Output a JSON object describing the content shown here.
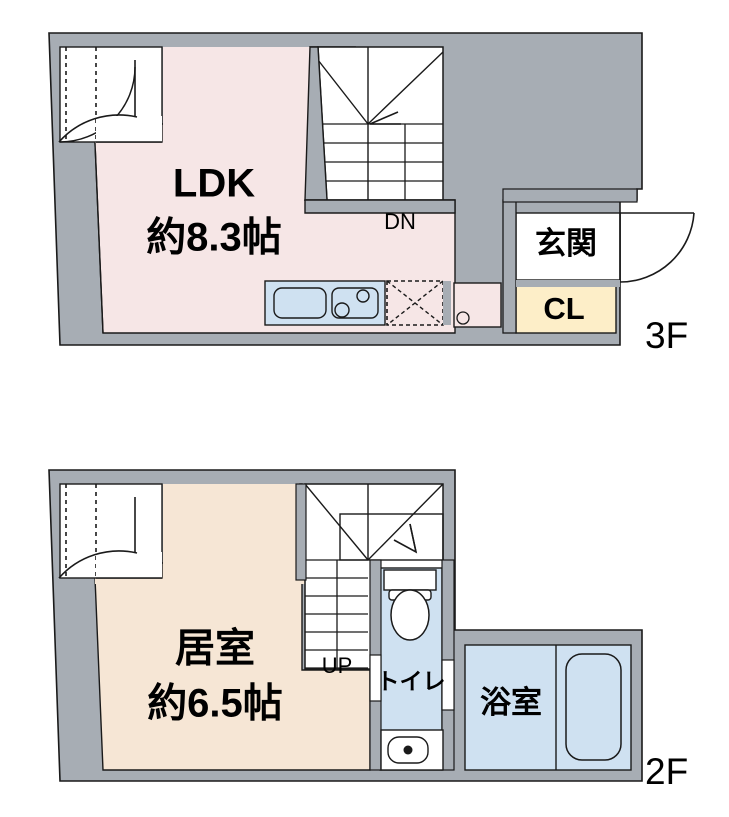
{
  "document": {
    "kind": "residential-floor-plan",
    "floors": [
      {
        "id": "3f",
        "tag_label": "3F",
        "rooms": [
          {
            "id": "ldk",
            "name_line1": "LDK",
            "name_line2": "約8.3帖",
            "fill": "#f6e6e6"
          },
          {
            "id": "genkan",
            "name_line1": "玄関",
            "name_line2": "",
            "fill": "#ffffff"
          },
          {
            "id": "closet",
            "name_line1": "CL",
            "name_line2": "",
            "fill": "#fdeec8"
          }
        ],
        "stair_direction_label": "DN",
        "fixtures": [
          "kitchen-sink",
          "gas-stove",
          "washer-space",
          "refrigerator-space"
        ]
      },
      {
        "id": "2f",
        "tag_label": "2F",
        "rooms": [
          {
            "id": "kyoshitsu",
            "name_line1": "居室",
            "name_line2": "約6.5帖",
            "fill": "#f6e6d5"
          },
          {
            "id": "toilet",
            "name_line1": "トイレ",
            "name_line2": "",
            "fill": "#cfe1f1"
          },
          {
            "id": "bathroom",
            "name_line1": "浴室",
            "name_line2": "",
            "fill": "#cfe1f1"
          }
        ],
        "stair_direction_label": "UP",
        "fixtures": [
          "toilet-bowl",
          "wash-basin",
          "bathtub"
        ]
      }
    ]
  },
  "palette": {
    "wall": "#a7adb4",
    "wall_stroke": "#1a1a1a",
    "ldk_pink": "#f6e6e6",
    "room_beige": "#f6e6d5",
    "water_blue": "#cfe1f1",
    "closet_yellow": "#fdeec8",
    "white": "#ffffff",
    "line": "#000000"
  }
}
